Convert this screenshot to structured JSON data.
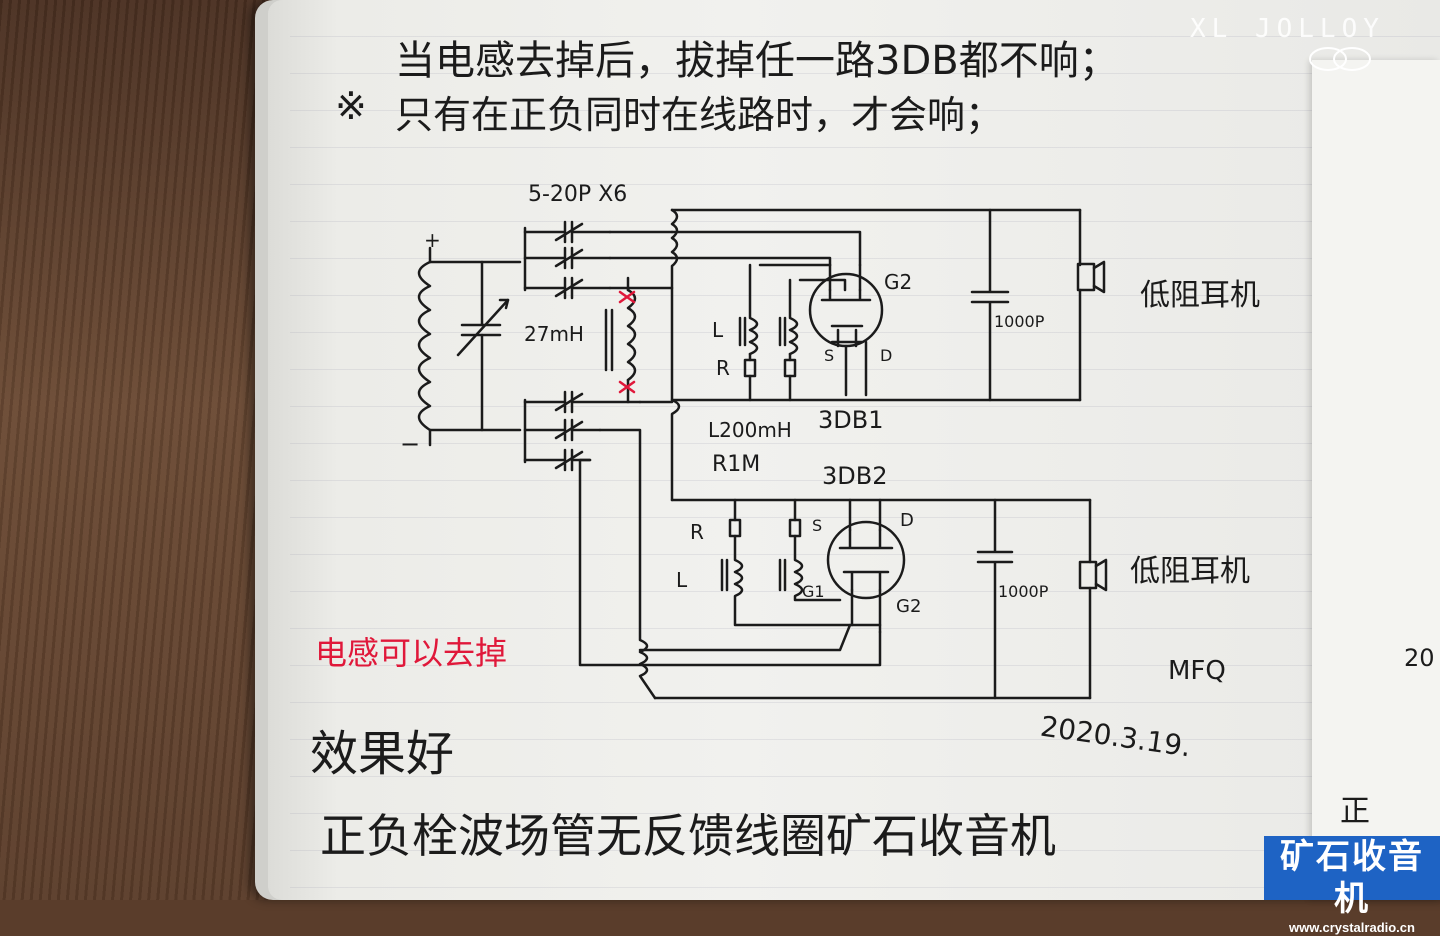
{
  "notebook": {
    "header_line_1": "当电感去掉后，拔掉任一路3DB都不响；",
    "header_line_2": "只有在正负同时在线路时，才会响；",
    "mark_symbol": "※",
    "capacitor_group_label": "5-20P X6",
    "inductor_label": "27mH",
    "plus_sign": "+",
    "minus_sign": "−",
    "l_label_top": "L",
    "r_label_top": "R",
    "l200_label": "L200mH",
    "r1m_label": "R1M",
    "tube1_label": "3DB1",
    "tube1_g2": "G2",
    "tube1_s": "S",
    "tube1_d": "D",
    "cap1_label": "1000P",
    "headphone1_label": "低阻耳机",
    "tube2_label": "3DB2",
    "r_label_bottom": "R",
    "l_label_bottom": "L",
    "tube2_s": "S",
    "tube2_d": "D",
    "tube2_g1": "G1",
    "tube2_g2": "G2",
    "cap2_label": "1000P",
    "headphone2_label": "低阻耳机",
    "red_note": "电感可以去掉",
    "signature": "MFQ",
    "date": "2020.3.19.",
    "effect_note": "效果好",
    "title_note": "正负栓波场管无反馈线圈矿石收音机",
    "edge_char": "正",
    "edge_num": "20"
  },
  "watermark": {
    "brand": "XL JOLLOY",
    "site_title": "矿石收音机",
    "site_url": "www.crystalradio.cn",
    "site_color": "#1e63c4"
  },
  "colors": {
    "ink": "#1b1b1b",
    "red_ink": "#e0183a",
    "paper": "#f1f1ee",
    "wood": "#5a3d2b"
  }
}
